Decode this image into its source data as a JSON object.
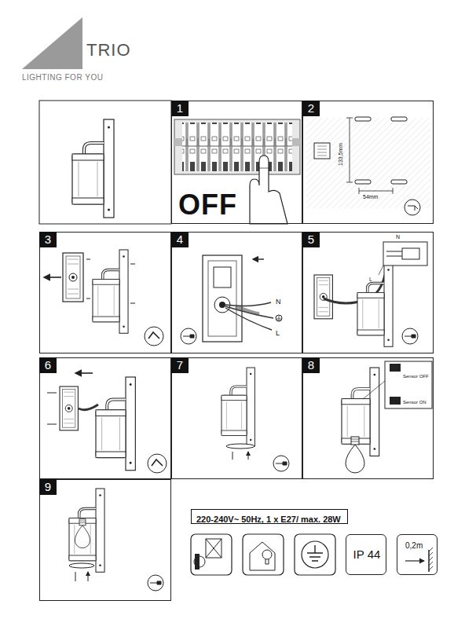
{
  "diagram": {
    "nodes": [
      {
        "text": [
          "1",
          "OFF"
        ]
      },
      {
        "text": [
          "2",
          "133,5mm",
          "54mm"
        ]
      },
      {
        "text": [
          "3"
        ]
      },
      {
        "text": [
          "4",
          "N",
          "L"
        ]
      },
      {
        "text": [
          "5",
          "N",
          "L"
        ]
      },
      {
        "text": [
          "6"
        ]
      },
      {
        "text": [
          "7"
        ]
      },
      {
        "text": [
          "8",
          "Sensor OFF",
          "Sensor ON"
        ]
      },
      {
        "text": [
          "9"
        ]
      },
      {
        "text": [
          "220-240V~ 50Hz, 1 x E27/ max. 28W"
        ]
      },
      {
        "text": [
          "IP 44"
        ]
      },
      {
        "text": [
          "0,2m"
        ]
      }
    ],
    "labels": [
      "TRIO",
      "LIGHTING FOR YOU"
    ]
  }
}
